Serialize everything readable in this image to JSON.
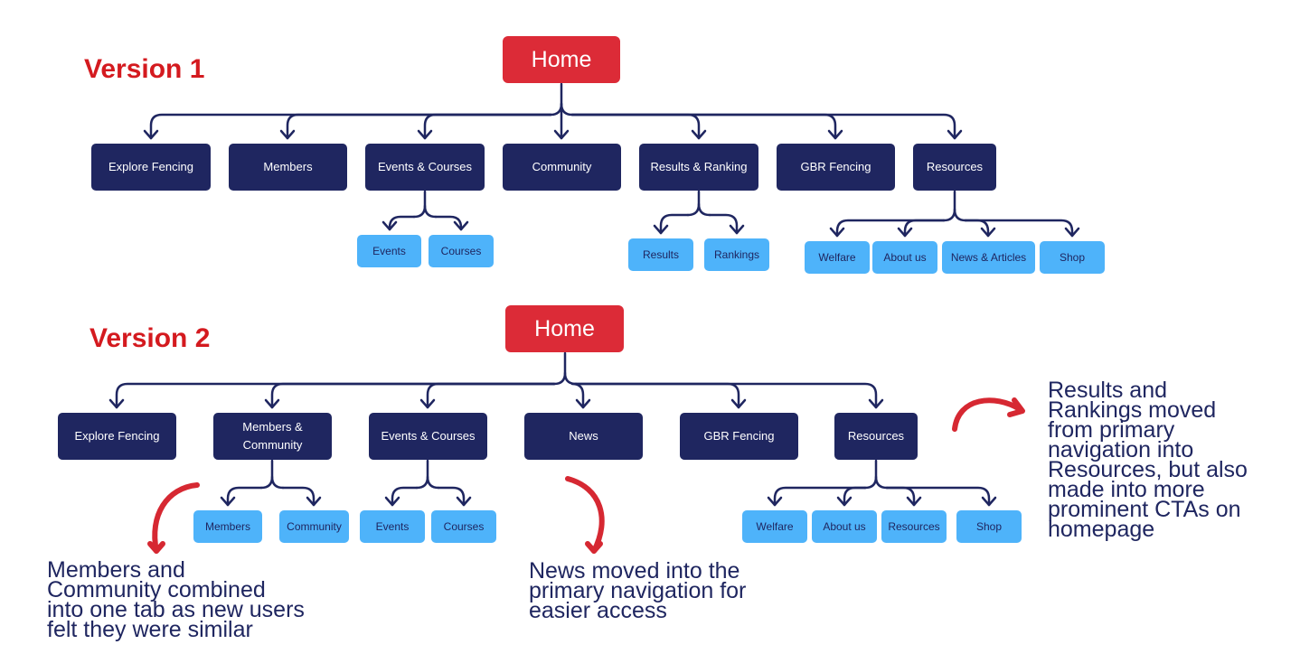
{
  "colors": {
    "home": "#dc2b37",
    "primary": "#1f2660",
    "secondary": "#4eb3fa",
    "version_label": "#d41a1f",
    "annotation_arrow": "#d62832"
  },
  "version1": {
    "label": "Version 1",
    "home": "Home",
    "primary": [
      "Explore Fencing",
      "Members",
      "Events & Courses",
      "Community",
      "Results & Ranking",
      "GBR Fencing",
      "Resources"
    ],
    "sub_events_courses": [
      "Events",
      "Courses"
    ],
    "sub_results_ranking": [
      "Results",
      "Rankings"
    ],
    "sub_resources": [
      "Welfare",
      "About us",
      "News & Articles",
      "Shop"
    ]
  },
  "version2": {
    "label": "Version 2",
    "home": "Home",
    "primary": [
      "Explore Fencing",
      "Members & Community",
      "Events & Courses",
      "News",
      "GBR Fencing",
      "Resources"
    ],
    "sub_members_community": [
      "Members",
      "Community"
    ],
    "sub_events_courses": [
      "Events",
      "Courses"
    ],
    "sub_resources": [
      "Welfare",
      "About us",
      "Resources",
      "Shop"
    ]
  },
  "notes": {
    "members_community": [
      "Members and",
      "Community combined",
      "into one tab as new users",
      "felt they were similar"
    ],
    "news": [
      "News moved into the",
      "primary navigation for",
      "easier access"
    ],
    "results": [
      "Results and",
      "Rankings moved",
      "from primary",
      "navigation into",
      "Resources, but also",
      "made into more",
      "prominent CTAs on",
      "homepage"
    ]
  }
}
